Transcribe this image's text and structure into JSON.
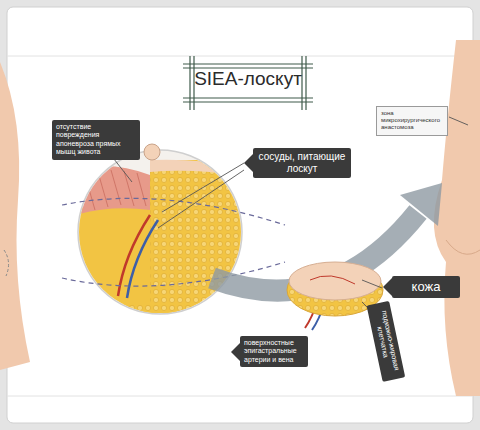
{
  "diagram": {
    "title": "SIEA-лоскут",
    "nodes": [
      {
        "text": [
          "отсутствие повреждения апоневроза прямых мышц живота"
        ]
      },
      {
        "text": [
          "сосуды, питающие лоскут"
        ]
      },
      {
        "text": [
          "зона микрохирургического анастомоза"
        ]
      },
      {
        "text": [
          "кожа"
        ]
      },
      {
        "text": [
          "подкожно-жировая клетчатка"
        ]
      },
      {
        "text": [
          "поверхностные эпигастральные артерии и вена"
        ]
      }
    ]
  }
}
